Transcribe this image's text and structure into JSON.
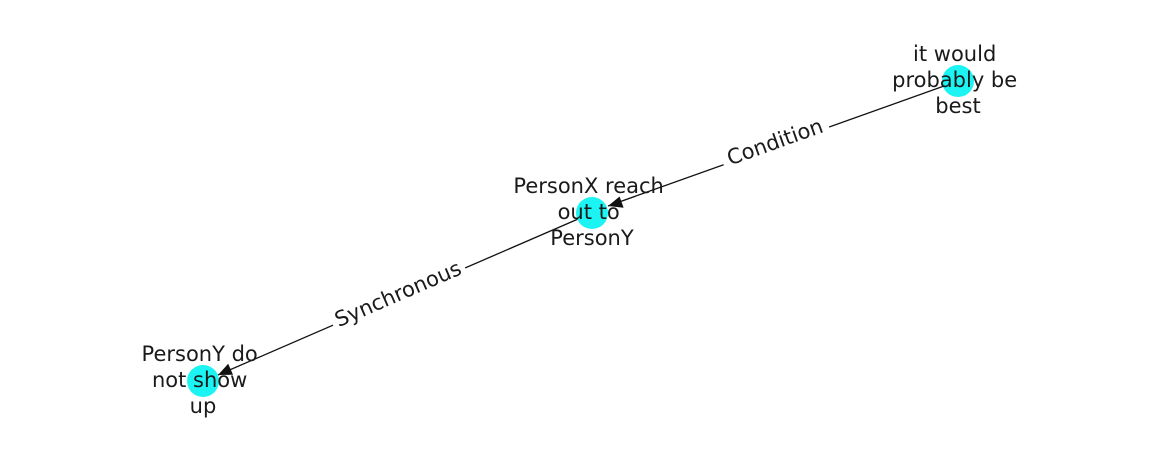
{
  "graph": {
    "node_color": "#1cf4f4",
    "edge_color": "#111111",
    "nodes": {
      "best": {
        "label": [
          "it would",
          "probably be",
          "best"
        ]
      },
      "reach": {
        "label": [
          "PersonX reach",
          "out to",
          "PersonY"
        ]
      },
      "noshow": {
        "label": [
          "PersonY do",
          "not show",
          "up"
        ]
      }
    },
    "edges": {
      "condition": {
        "from": "it would probably be best",
        "to": "PersonX reach out to PersonY",
        "label": "Condition"
      },
      "synchronous": {
        "from": "PersonX reach out to PersonY",
        "to": "PersonY do not show up",
        "label": "Synchronous"
      }
    }
  }
}
